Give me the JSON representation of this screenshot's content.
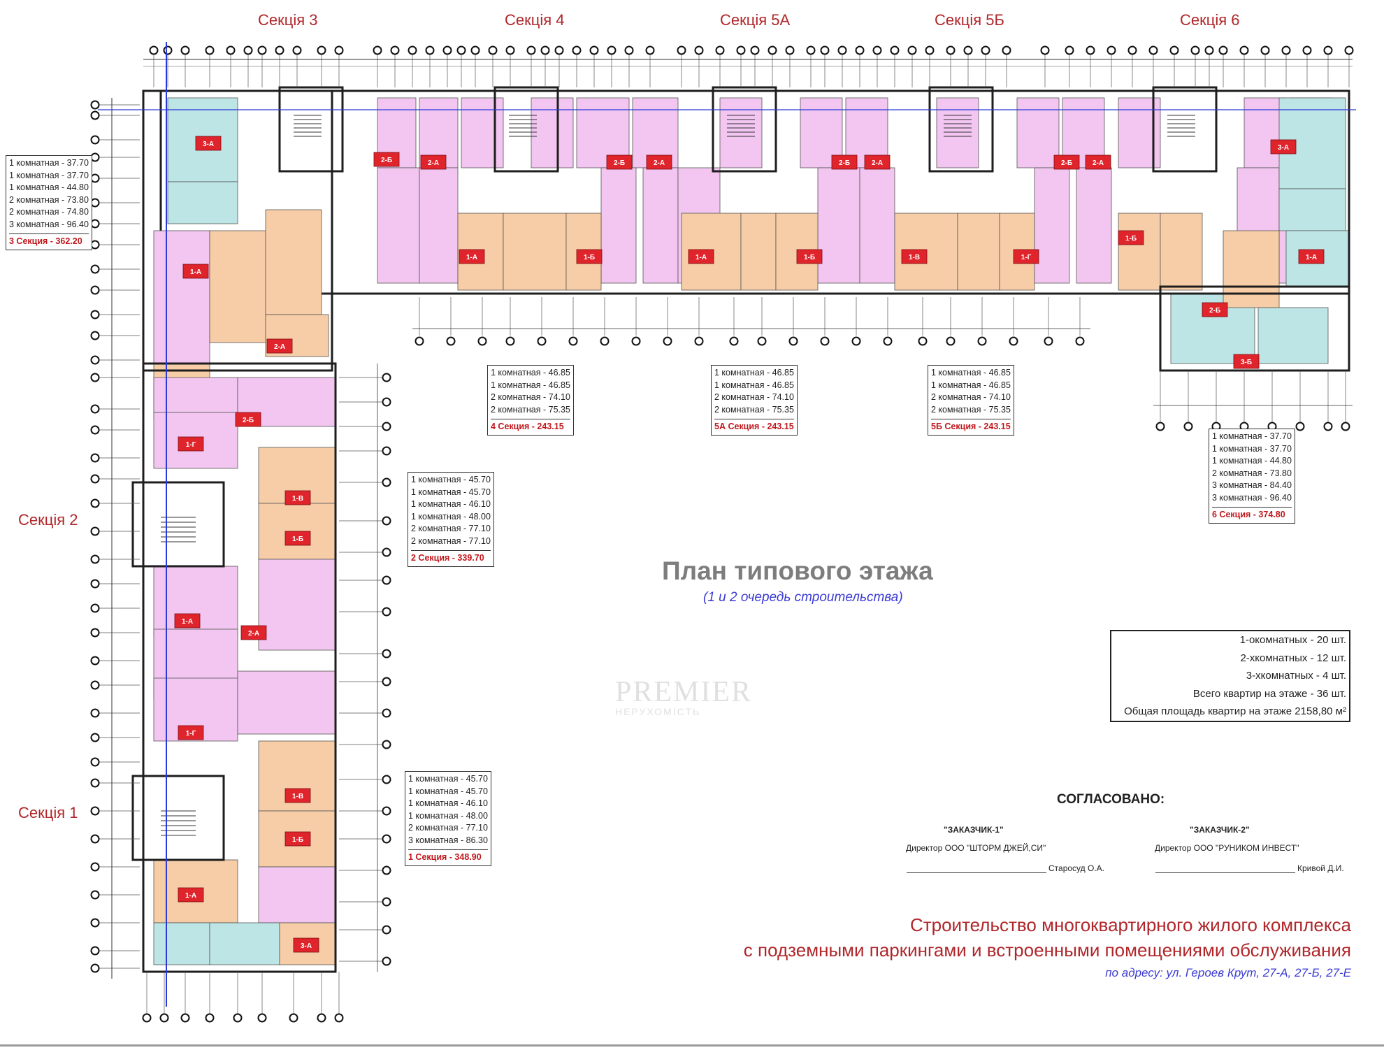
{
  "sections": {
    "s3": "Секція 3",
    "s4": "Секція 4",
    "s5a": "Секція 5А",
    "s5b": "Секція 5Б",
    "s6": "Секція 6",
    "s2": "Секція 2",
    "s1": "Секція 1"
  },
  "legends": {
    "l3": {
      "rows": [
        "1 комнатная - 37.70",
        "1 комнатная - 37.70",
        "1 комнатная - 44.80",
        "2 комнатная - 73.80",
        "2 комнатная - 74.80",
        "3 комнатная - 96.40"
      ],
      "total": "3 Секция - 362.20"
    },
    "l4": {
      "rows": [
        "1 комнатная - 46.85",
        "1 комнатная - 46.85",
        "2 комнатная - 74.10",
        "2 комнатная - 75.35"
      ],
      "total": "4 Секция - 243.15"
    },
    "l5a": {
      "rows": [
        "1 комнатная - 46.85",
        "1 комнатная - 46.85",
        "2 комнатная - 74.10",
        "2 комнатная - 75.35"
      ],
      "total": "5А Секция - 243.15"
    },
    "l5b": {
      "rows": [
        "1 комнатная - 46.85",
        "1 комнатная - 46.85",
        "2 комнатная - 74.10",
        "2 комнатная - 75.35"
      ],
      "total": "5Б Секция - 243.15"
    },
    "l6": {
      "rows": [
        "1 комнатная - 37.70",
        "1 комнатная - 37.70",
        "1 комнатная - 44.80",
        "2 комнатная - 73.80",
        "3 комнатная - 84.40",
        "3 комнатная - 96.40"
      ],
      "total": "6 Секция - 374.80"
    },
    "l2": {
      "rows": [
        "1 комнатная - 45.70",
        "1 комнатная - 45.70",
        "1 комнатная - 46.10",
        "1 комнатная - 48.00",
        "2 комнатная - 77.10",
        "2 комнатная - 77.10"
      ],
      "total": "2 Секция - 339.70"
    },
    "l1": {
      "rows": [
        "1 комнатная - 45.70",
        "1 комнатная - 45.70",
        "1 комнатная - 46.10",
        "1 комнатная - 48.00",
        "2 комнатная - 77.10",
        "3 комнатная - 86.30"
      ],
      "total": "1 Секция - 348.90"
    }
  },
  "title": "План типового этажа",
  "subtitle": "(1 и 2 очередь строительства)",
  "summary": [
    "1-окомнатных  - 20 шт.",
    "2-хкомнатных  - 12 шт.",
    "3-хкомнатных  -  4 шт.",
    "Всего квартир на этаже - 36 шт.",
    "Общая площадь квартир на этаже  2158,80 м²"
  ],
  "approval": {
    "heading": "СОГЛАСОВАНО:",
    "customer1": "\"ЗАКАЗЧИК-1\"",
    "director1": "Директор ООО \"ШТОРМ ДЖЕЙ,СИ\"",
    "name1": "Старосуд О.А.",
    "customer2": "\"ЗАКАЗЧИК-2\"",
    "director2": "Директор ООО \"РУНИКОМ ИНВЕСТ\"",
    "name2": "Кривой Д.И."
  },
  "project": {
    "line1": "Строительство многоквартирного жилого комплекса",
    "line2": "с подземными паркингами и встроенными помещениями обслуживания",
    "address": "по адресу: ул. Героев Крут, 27-А, 27-Б, 27-Е"
  },
  "watermark": {
    "brand": "PREMIER",
    "tagline": "НЕРУХОМІСТЬ"
  },
  "apartment_tags": [
    "3-А",
    "2-Б",
    "1-А",
    "2-А",
    "2-Б",
    "1-Г",
    "1-В",
    "1-Б",
    "1-А",
    "2-А",
    "1-Г",
    "1-В",
    "1-Б",
    "1-А",
    "3-А",
    "2-А",
    "2-Б",
    "1-А",
    "1-Б",
    "2-А",
    "2-Б",
    "1-А",
    "1-Б",
    "2-А",
    "2-Б",
    "1-В",
    "1-Г",
    "2-А",
    "3-А",
    "1-Б",
    "1-А",
    "2-Б",
    "3-Б"
  ],
  "colors": {
    "cyan": "#bde5e5",
    "pink": "#f2c6f0",
    "orange": "#f6cda7",
    "tag": "#e0242c",
    "wall": "#1e1e1e",
    "axis_blue": "#2a39d8",
    "section_red": "#b0262a"
  }
}
